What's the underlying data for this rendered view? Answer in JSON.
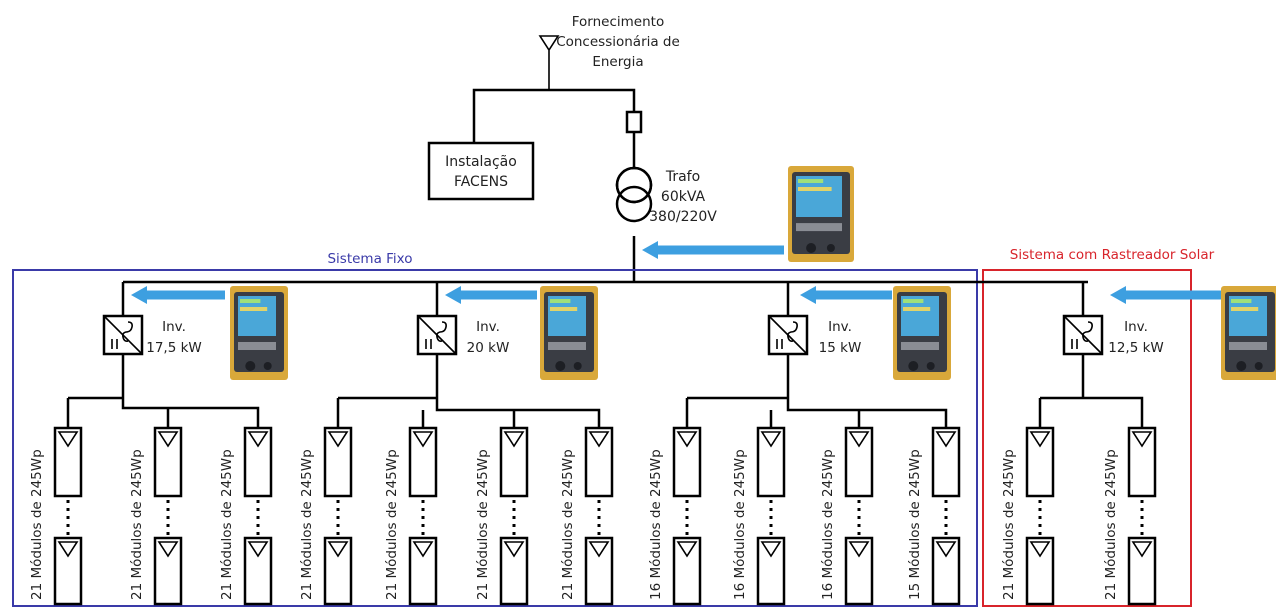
{
  "source": {
    "label_lines": [
      "Fornecimento",
      "Concessionária de",
      "Energia"
    ]
  },
  "installation": {
    "label_lines": [
      "Instalação",
      "FACENS"
    ]
  },
  "transformer": {
    "label_lines": [
      "Trafo",
      "60kVA",
      "380/220V"
    ]
  },
  "systems": {
    "fixed": {
      "title": "Sistema Fixo",
      "color": "#3a3aa8"
    },
    "tracker": {
      "title": "Sistema com Rastreador Solar",
      "color": "#d8242b"
    }
  },
  "arrow_color": "#3d9fe0",
  "meter_icon": "power-quality-analyzer-photo",
  "inverters": [
    {
      "id": "inv1",
      "system": "fixed",
      "label_lines": [
        "Inv.",
        "17,5 kW"
      ],
      "strings": [
        "21 Módulos de 245Wp",
        "21 Módulos de 245Wp",
        "21 Módulos de 245Wp"
      ]
    },
    {
      "id": "inv2",
      "system": "fixed",
      "label_lines": [
        "Inv.",
        "20 kW"
      ],
      "strings": [
        "21 Módulos de 245Wp",
        "21 Módulos de 245Wp",
        "21 Módulos de 245Wp",
        "21 Módulos de 245Wp"
      ]
    },
    {
      "id": "inv3",
      "system": "fixed",
      "label_lines": [
        "Inv.",
        "15 kW"
      ],
      "strings": [
        "16 Módulos de 245Wp",
        "16 Módulos de 245Wp",
        "16 Módulos de 245Wp",
        "15 Módulos de 245Wp"
      ]
    },
    {
      "id": "inv4",
      "system": "tracker",
      "label_lines": [
        "Inv.",
        "12,5 kW"
      ],
      "strings": [
        "21 Módulos de 245Wp",
        "21 Módulos de 245Wp"
      ]
    }
  ]
}
